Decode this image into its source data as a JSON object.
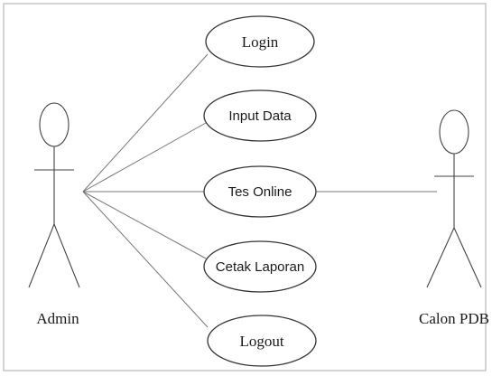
{
  "diagram": {
    "actors": {
      "left": {
        "label": "Admin"
      },
      "right": {
        "label": "Calon PDB"
      }
    },
    "use_cases": [
      {
        "label": "Login"
      },
      {
        "label": "Input Data"
      },
      {
        "label": "Tes Online"
      },
      {
        "label": "Cetak Laporan"
      },
      {
        "label": "Logout"
      }
    ]
  }
}
